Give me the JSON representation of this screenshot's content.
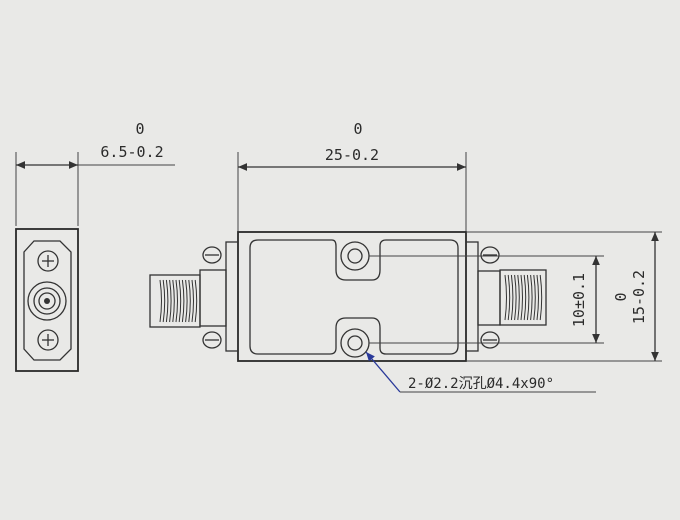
{
  "dimensions": {
    "side_width_upper": "0",
    "side_width_lower": "6.5-0.2",
    "body_length_upper": "0",
    "body_length_lower": "25-0.2",
    "hole_spacing": "10±0.1",
    "body_height_upper": "0",
    "body_height_lower": "15-0.2"
  },
  "callout": {
    "hole_spec": "2-Ø2.2沉孔Ø4.4x90°"
  },
  "colors": {
    "paper": "#e9e9e7",
    "line": "#2b2b2b",
    "leader": "#2a3a9a"
  }
}
